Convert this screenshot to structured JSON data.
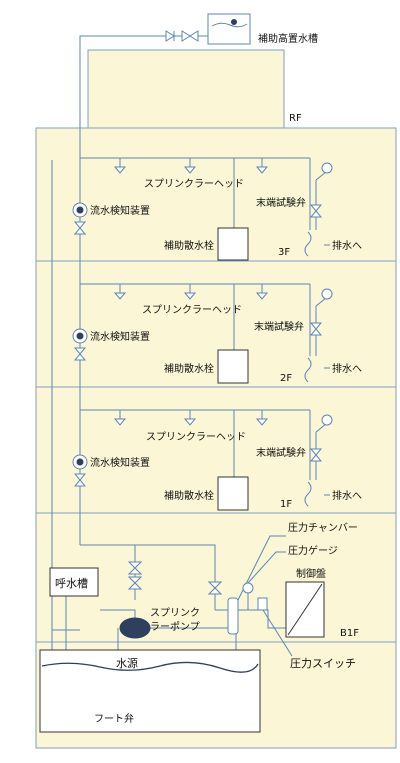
{
  "colors": {
    "floor_fill": "#fbf7d6",
    "floor_stroke": "#7f9fc6",
    "pipe": "#5b85b7",
    "water": "#ffffff"
  },
  "roof": {
    "tank_label": "補助高置水槽",
    "floor_label": "RF"
  },
  "floors": [
    {
      "id": "3f",
      "floor_label": "3F",
      "sprinkler_label": "スプリンクラーヘッド",
      "flow_label": "流水検知装置",
      "hydrant_label": "補助散水栓",
      "test_valve_label": "末端試験弁",
      "drain_label": "排水へ"
    },
    {
      "id": "2f",
      "floor_label": "2F",
      "sprinkler_label": "スプリンクラーヘッド",
      "flow_label": "流水検知装置",
      "hydrant_label": "補助散水栓",
      "test_valve_label": "末端試験弁",
      "drain_label": "排水へ"
    },
    {
      "id": "1f",
      "floor_label": "1F",
      "sprinkler_label": "スプリンクラーヘッド",
      "flow_label": "流水検知装置",
      "hydrant_label": "補助散水栓",
      "test_valve_label": "末端試験弁",
      "drain_label": "排水へ"
    }
  ],
  "basement": {
    "floor_label": "B1F",
    "priming_tank_label": "呼水槽",
    "pump_label_line1": "スプリンク",
    "pump_label_line2": "ラーポンプ",
    "pressure_chamber_label": "圧力チャンバー",
    "pressure_gauge_label": "圧力ゲージ",
    "control_panel_label": "制御盤",
    "pressure_switch_label": "圧力スイッチ",
    "water_source_label": "水源",
    "foot_valve_label": "フート弁"
  }
}
